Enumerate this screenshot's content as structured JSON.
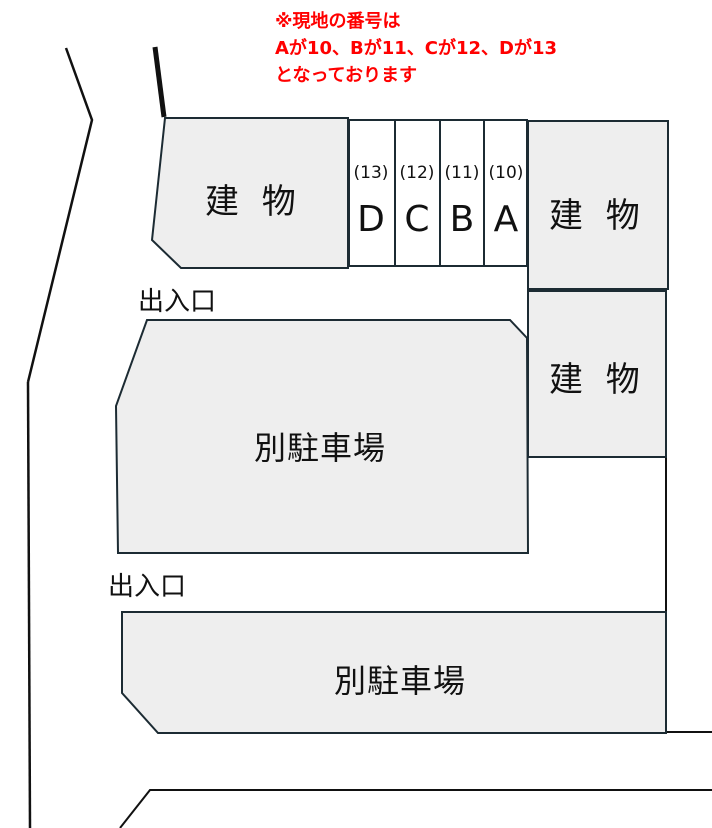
{
  "note": {
    "line1": "※現地の番号は",
    "line2": "Aが10、Bが11、Cが12、Dが13",
    "line3": "となっております"
  },
  "buildings": {
    "top_left": "建 物",
    "top_right": "建 物",
    "mid_right": "建 物"
  },
  "parking_lots": {
    "upper": "別駐車場",
    "lower": "別駐車場"
  },
  "entrances": {
    "upper": "出入口",
    "lower": "出入口"
  },
  "slots": [
    {
      "letter": "D",
      "number": "(13)"
    },
    {
      "letter": "C",
      "number": "(12)"
    },
    {
      "letter": "B",
      "number": "(11)"
    },
    {
      "letter": "A",
      "number": "(10)"
    }
  ],
  "colors": {
    "note_text": "#ff0000",
    "fill": "#eeeeee",
    "stroke": "#1c2b33"
  }
}
